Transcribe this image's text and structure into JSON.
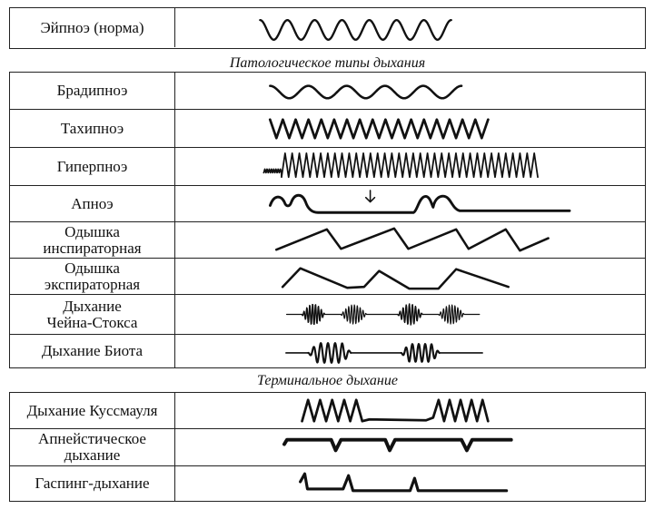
{
  "normal": {
    "label": "Эйпноэ (норма)",
    "pattern": "eupnea"
  },
  "section1_title": "Патологическое типы дыхания",
  "pathological": [
    {
      "label": "Брадипноэ",
      "pattern": "bradypnea"
    },
    {
      "label": "Тахипноэ",
      "pattern": "tachypnea"
    },
    {
      "label": "Гиперпноэ",
      "pattern": "hyperpnea"
    },
    {
      "label": "Апноэ",
      "pattern": "apnea"
    },
    {
      "label": "Одышка\nинспираторная",
      "pattern": "inspiratory"
    },
    {
      "label": "Одышка\nэкспираторная",
      "pattern": "expiratory"
    },
    {
      "label": "Дыхание\nЧейна-Стокса",
      "pattern": "cheyne"
    },
    {
      "label": "Дыхание Биота",
      "pattern": "biot"
    }
  ],
  "section2_title": "Терминальное дыхание",
  "terminal": [
    {
      "label": "Дыхание Куссмауля",
      "pattern": "kussmaul"
    },
    {
      "label": "Апнейстическое\nдыхание",
      "pattern": "apneustic"
    },
    {
      "label": "Гаспинг-дыхание",
      "pattern": "gasping"
    }
  ]
}
